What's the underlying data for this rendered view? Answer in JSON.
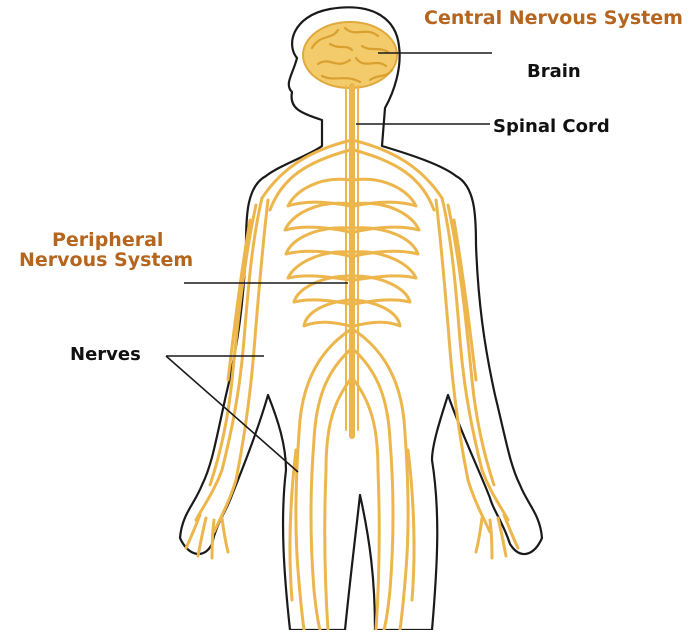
{
  "labels": {
    "central_nervous_system": "Central Nervous System",
    "brain": "Brain",
    "spinal_cord": "Spinal Cord",
    "peripheral_line1": "Peripheral",
    "peripheral_line2": "Nervous System",
    "nerves": "Nerves"
  },
  "colors": {
    "label_orange": "#B5651D",
    "nerve_yellow": "#EDB64C",
    "brain_fill": "#F4CB6A",
    "outline": "#1a1a1a"
  }
}
